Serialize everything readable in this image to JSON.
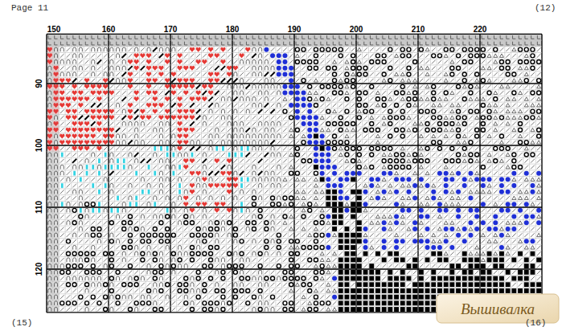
{
  "diagram": {
    "labels": [
      "Page 11",
      "(12)",
      "150",
      "160",
      "170",
      "180",
      "190",
      "200",
      "210",
      "220",
      "90",
      "100",
      "110",
      "120",
      "(15)",
      "(16)",
      "Вышивалка"
    ]
  }
}
